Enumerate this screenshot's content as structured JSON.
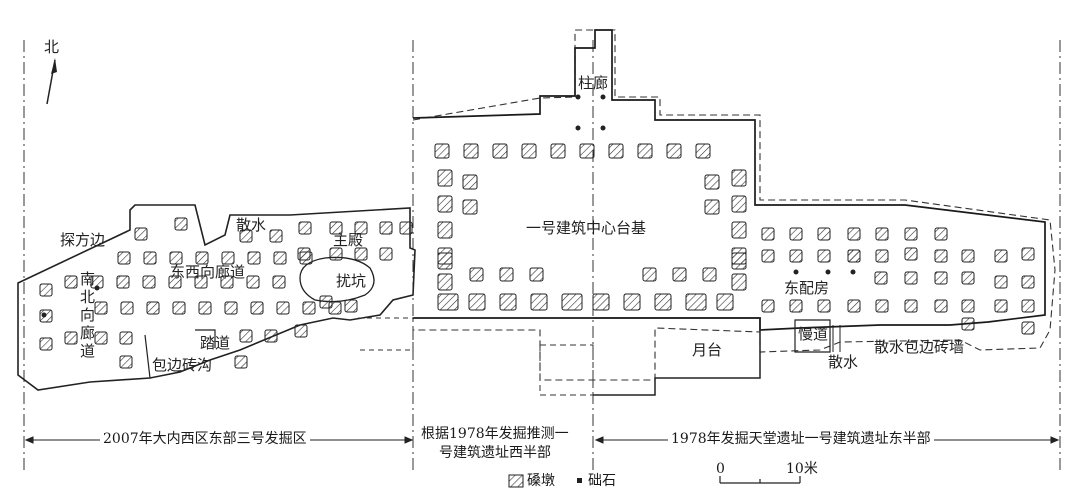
{
  "north": "北",
  "labels": {
    "tanfang": "探方边",
    "sanshui_top": "散水",
    "zhudian": "主殿",
    "dongxi_langdao": "东西向廊道",
    "raokeng": "扰坑",
    "nanbei_langdao": [
      "南",
      "北",
      "向",
      "廊",
      "道"
    ],
    "tadao": "踏道",
    "baobian_zhuangou": "包边砖沟",
    "zhulang": "柱廊",
    "center_platform": "一号建筑中心台基",
    "yuetai": "月台",
    "dongpeifang": "东配房",
    "mandao": "慢道",
    "sanshui_bottom": "散水",
    "sanshui_baobian": "散水包边砖墙"
  },
  "sections": {
    "left": "2007年大内西区东部三号发掘区",
    "middle_line1": "根据1978年发掘推测一",
    "middle_line2": "号建筑遗址西半部",
    "right": "1978年发掘天堂遗址一号建筑遗址东半部"
  },
  "legend": {
    "pier": "磉墩",
    "stone": "础石",
    "scale_zero": "0",
    "scale_ten": "10米"
  }
}
